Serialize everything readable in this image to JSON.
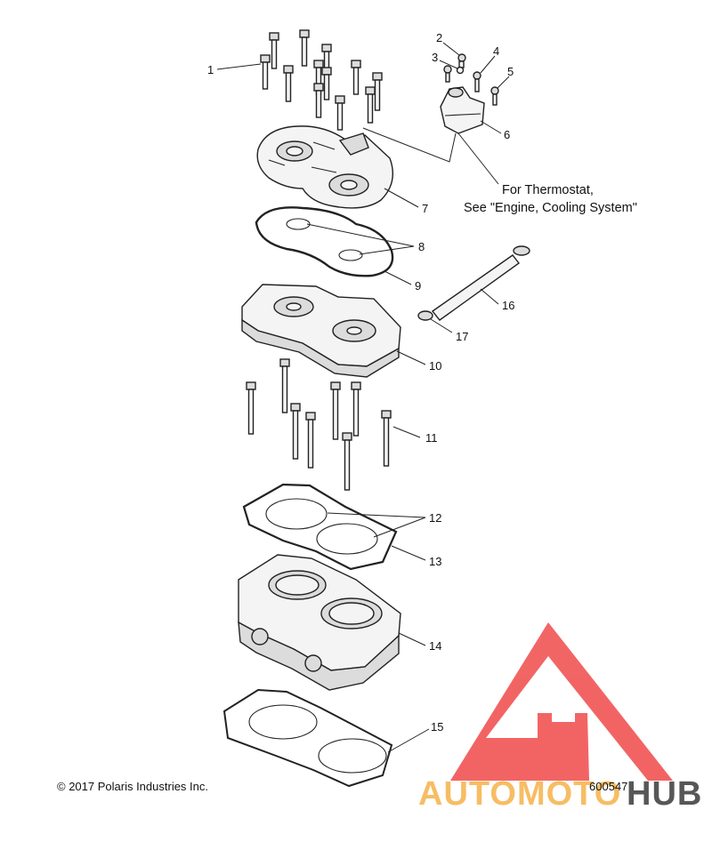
{
  "callouts": [
    "1",
    "2",
    "3",
    "4",
    "5",
    "6",
    "7",
    "8",
    "9",
    "10",
    "11",
    "12",
    "13",
    "14",
    "15",
    "16",
    "17"
  ],
  "note": {
    "line1": "For Thermostat,",
    "line2": "See \"Engine, Cooling System\""
  },
  "copyright": "© 2017 Polaris Industries Inc.",
  "drawing_number": "600547",
  "watermark": {
    "part1": "AUTOMOTO",
    "part2": "HUB",
    "colors": {
      "triangle": "#f04a4a",
      "text_primary": "#f6b24a",
      "text_secondary": "#3a3a3a"
    }
  }
}
